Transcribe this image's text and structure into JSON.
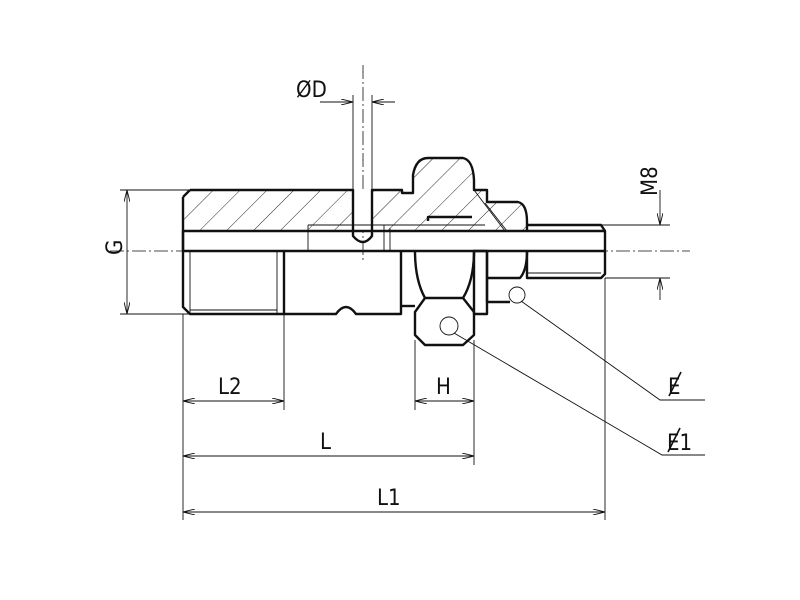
{
  "drawing": {
    "labels": {
      "bore_diameter": "ØD",
      "thread_g": "G",
      "thread_m8": "M8",
      "length_l2": "L2",
      "hex_h": "H",
      "length_l": "L",
      "length_l1": "L1",
      "diameter_e": "E",
      "diameter_e1": "E1"
    },
    "colors": {
      "line": "#111111",
      "background": "#ffffff"
    }
  }
}
